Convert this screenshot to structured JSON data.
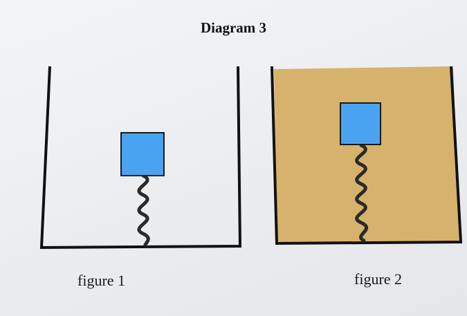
{
  "title": "Diagram 3",
  "figures": [
    {
      "caption": "figure 1",
      "liquid": false
    },
    {
      "caption": "figure 2",
      "liquid": true
    }
  ],
  "colors": {
    "block": "#4aa3f0",
    "liquid": "#d7b26c",
    "line": "#111111",
    "spring": "#2a2a2a"
  }
}
